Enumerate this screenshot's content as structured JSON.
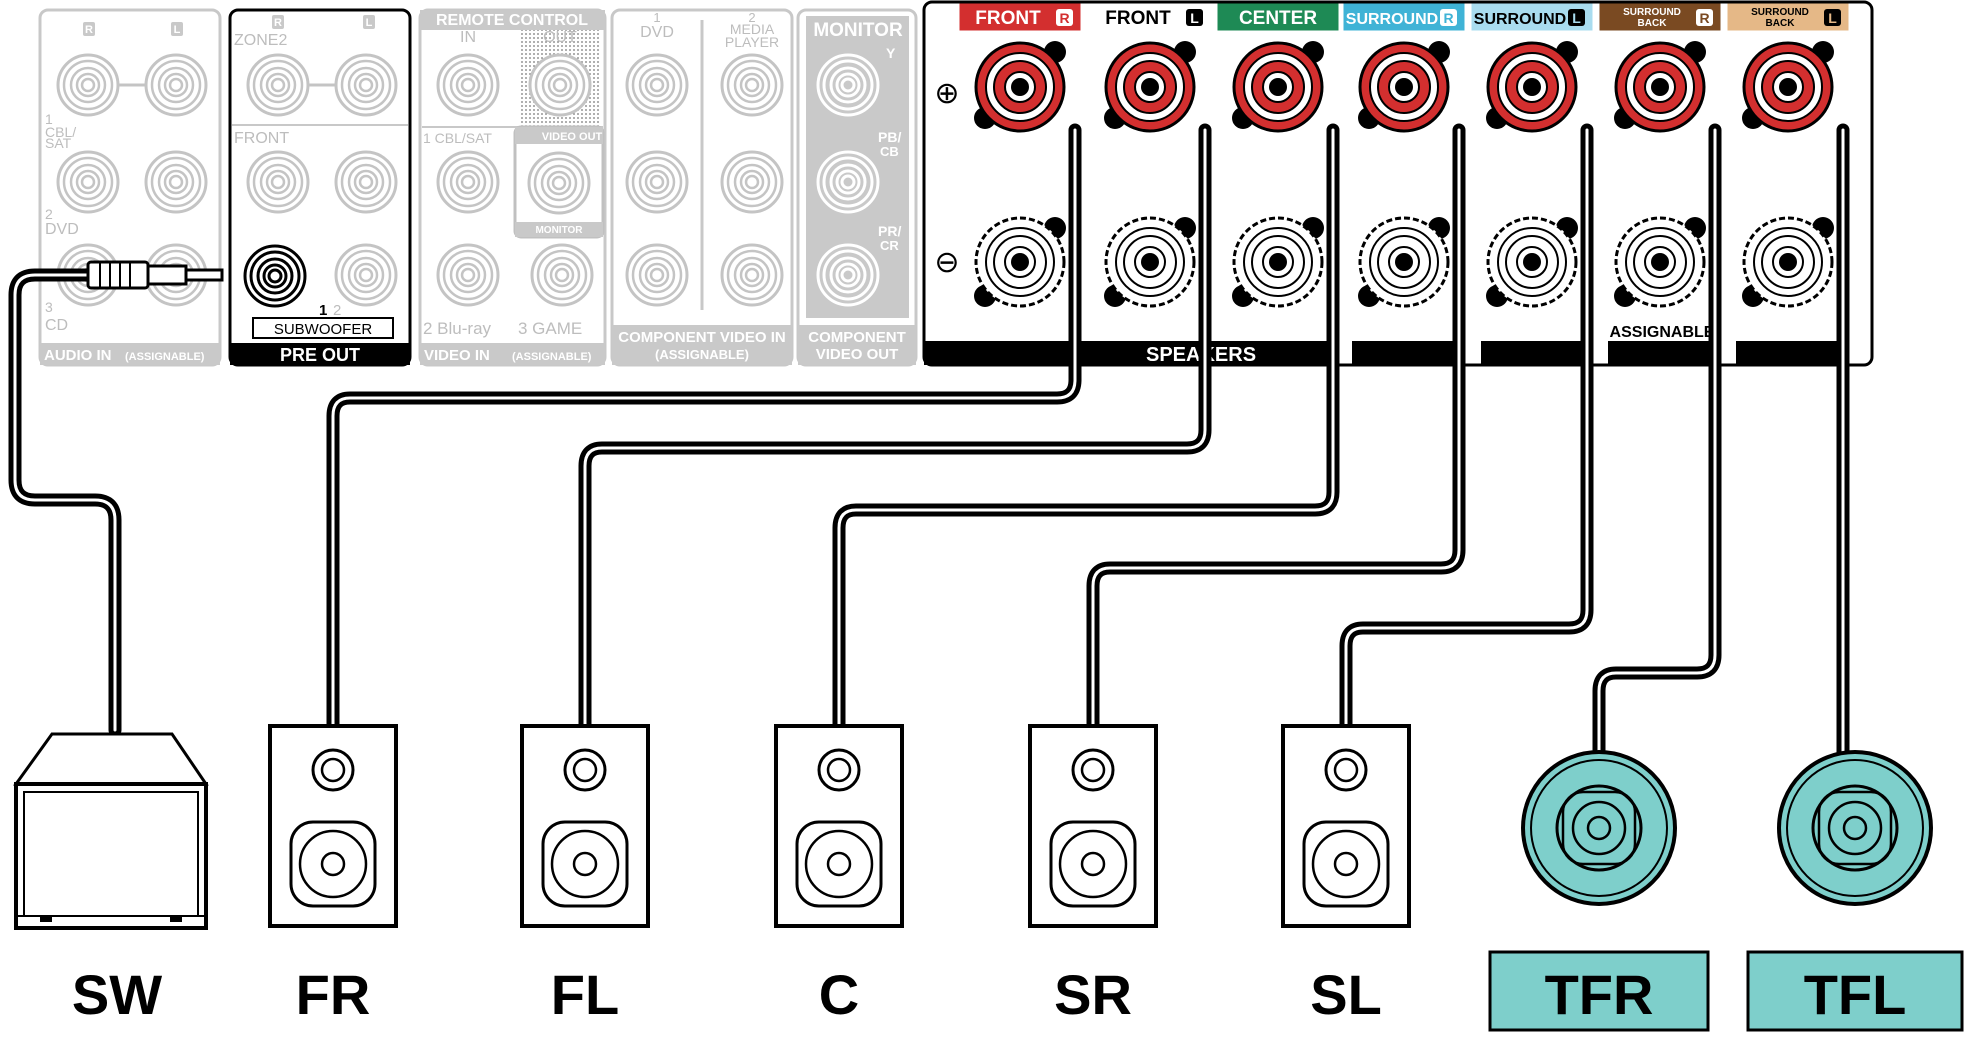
{
  "panel": {
    "audio_in": {
      "channel_r": "R",
      "channel_l": "L",
      "input_1": "1",
      "input_1_name_a": "CBL/",
      "input_1_name_b": "SAT",
      "input_2": "2",
      "input_2_name": "DVD",
      "input_3": "3",
      "input_3_name": "CD",
      "footer_main": "AUDIO IN",
      "footer_sub": "(ASSIGNABLE)"
    },
    "pre_out": {
      "channel_r": "R",
      "channel_l": "L",
      "zone2": "ZONE2",
      "front": "FRONT",
      "subwoofer": "SUBWOOFER",
      "sub_1": "1",
      "sub_2": "2",
      "footer": "PRE OUT"
    },
    "video_in": {
      "remote_control": "REMOTE CONTROL",
      "rc_in": "IN",
      "rc_out": "OUT",
      "video_out": "VIDEO OUT",
      "monitor": "MONITOR",
      "input_1": "1 CBL/SAT",
      "input_2": "2 Blu-ray",
      "input_3": "3 GAME",
      "footer_main": "VIDEO IN",
      "footer_sub": "(ASSIGNABLE)"
    },
    "component_in": {
      "input_1": "1",
      "input_1_name": "DVD",
      "input_2": "2",
      "input_2_name_a": "MEDIA",
      "input_2_name_b": "PLAYER",
      "footer_a": "COMPONENT VIDEO IN",
      "footer_b": "(ASSIGNABLE)"
    },
    "component_out": {
      "monitor": "MONITOR",
      "y": "Y",
      "pb_a": "PB/",
      "pb_b": "CB",
      "pr_a": "PR/",
      "pr_b": "CR",
      "footer_a": "COMPONENT",
      "footer_b": "VIDEO OUT"
    },
    "speakers": {
      "plus": "⊕",
      "minus": "⊖",
      "footer": "SPEAKERS",
      "assignable": "ASSIGNABLE",
      "channels": [
        {
          "label": "FRONT",
          "side": "R",
          "color": "#d32f2f",
          "text_color": "#ffffff"
        },
        {
          "label": "FRONT",
          "side": "L",
          "color": "#ffffff",
          "text_color": "#000000"
        },
        {
          "label": "CENTER",
          "side": "",
          "color": "#1e8a55",
          "text_color": "#ffffff"
        },
        {
          "label": "SURROUND",
          "side": "R",
          "color": "#3fb3d6",
          "text_color": "#ffffff"
        },
        {
          "label": "SURROUND",
          "side": "L",
          "color": "#a9dcef",
          "text_color": "#000000"
        },
        {
          "label_a": "SURROUND",
          "label_b": "BACK",
          "side": "R",
          "color": "#7a4a22",
          "text_color": "#ffffff"
        },
        {
          "label_a": "SURROUND",
          "label_b": "BACK",
          "side": "L",
          "color": "#e5b887",
          "text_color": "#000000"
        }
      ]
    }
  },
  "speaker_labels": [
    "SW",
    "FR",
    "FL",
    "C",
    "SR",
    "SL",
    "TFR",
    "TFL"
  ],
  "colors": {
    "ceiling_speaker": "#7ecfcb",
    "terminal_red": "#d32f2f",
    "panel_gray": "#cfcfcf"
  }
}
